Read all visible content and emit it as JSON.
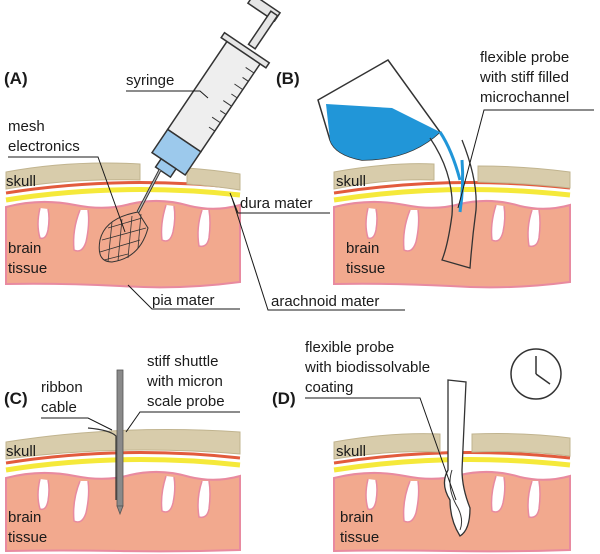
{
  "panels": {
    "a": {
      "letter": "(A)",
      "syringe": "syringe",
      "mesh_line1": "mesh",
      "mesh_line2": "electronics",
      "skull": "skull",
      "brain_line1": "brain",
      "brain_line2": "tissue",
      "pia": "pia mater"
    },
    "b": {
      "letter": "(B)",
      "probe_line1": "flexible probe",
      "probe_line2": "with stiff filled",
      "probe_line3": "microchannel",
      "skull": "skull",
      "brain_line1": "brain",
      "brain_line2": "tissue"
    },
    "c": {
      "letter": "(C)",
      "ribbon_line1": "ribbon",
      "ribbon_line2": "cable",
      "shuttle_line1": "stiff shuttle",
      "shuttle_line2": "with micron",
      "shuttle_line3": "scale probe",
      "skull": "skull",
      "brain_line1": "brain",
      "brain_line2": "tissue"
    },
    "d": {
      "letter": "(D)",
      "probe_line1": "flexible probe",
      "probe_line2": "with biodissolvable",
      "probe_line3": "coating",
      "skull": "skull",
      "brain_line1": "brain",
      "brain_line2": "tissue"
    }
  },
  "shared": {
    "dura": "dura mater",
    "arachnoid": "arachnoid mater"
  },
  "icons": [
    "syringe-icon",
    "beaker-icon",
    "clock-icon"
  ],
  "colors": {
    "skull": "#d8ccab",
    "dura": "#e25b3d",
    "arachnoid": "#f5e93a",
    "brain": "#f2a98e",
    "brain_edge": "#e88aa0",
    "blue": "#2196d8",
    "syringe_tip": "#9cc9ec"
  }
}
